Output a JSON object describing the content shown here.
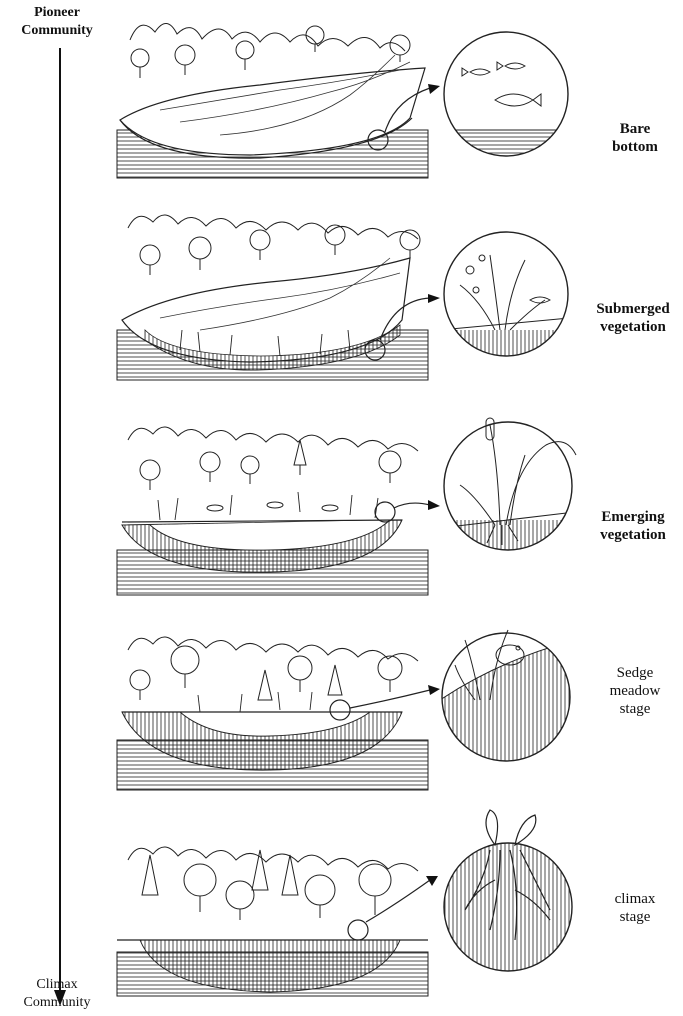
{
  "axis": {
    "top_line1": "Pioneer",
    "top_line2": "Community",
    "bottom_line1": "Climax",
    "bottom_line2": "Community"
  },
  "stages": [
    {
      "line1": "Bare",
      "line2": "bottom",
      "line3": ""
    },
    {
      "line1": "Submerged",
      "line2": "vegetation",
      "line3": ""
    },
    {
      "line1": "Emerging",
      "line2": "vegetation",
      "line3": ""
    },
    {
      "line1": "Sedge",
      "line2": "meadow",
      "line3": "stage"
    },
    {
      "line1": "climax",
      "line2": "stage",
      "line3": ""
    }
  ]
}
